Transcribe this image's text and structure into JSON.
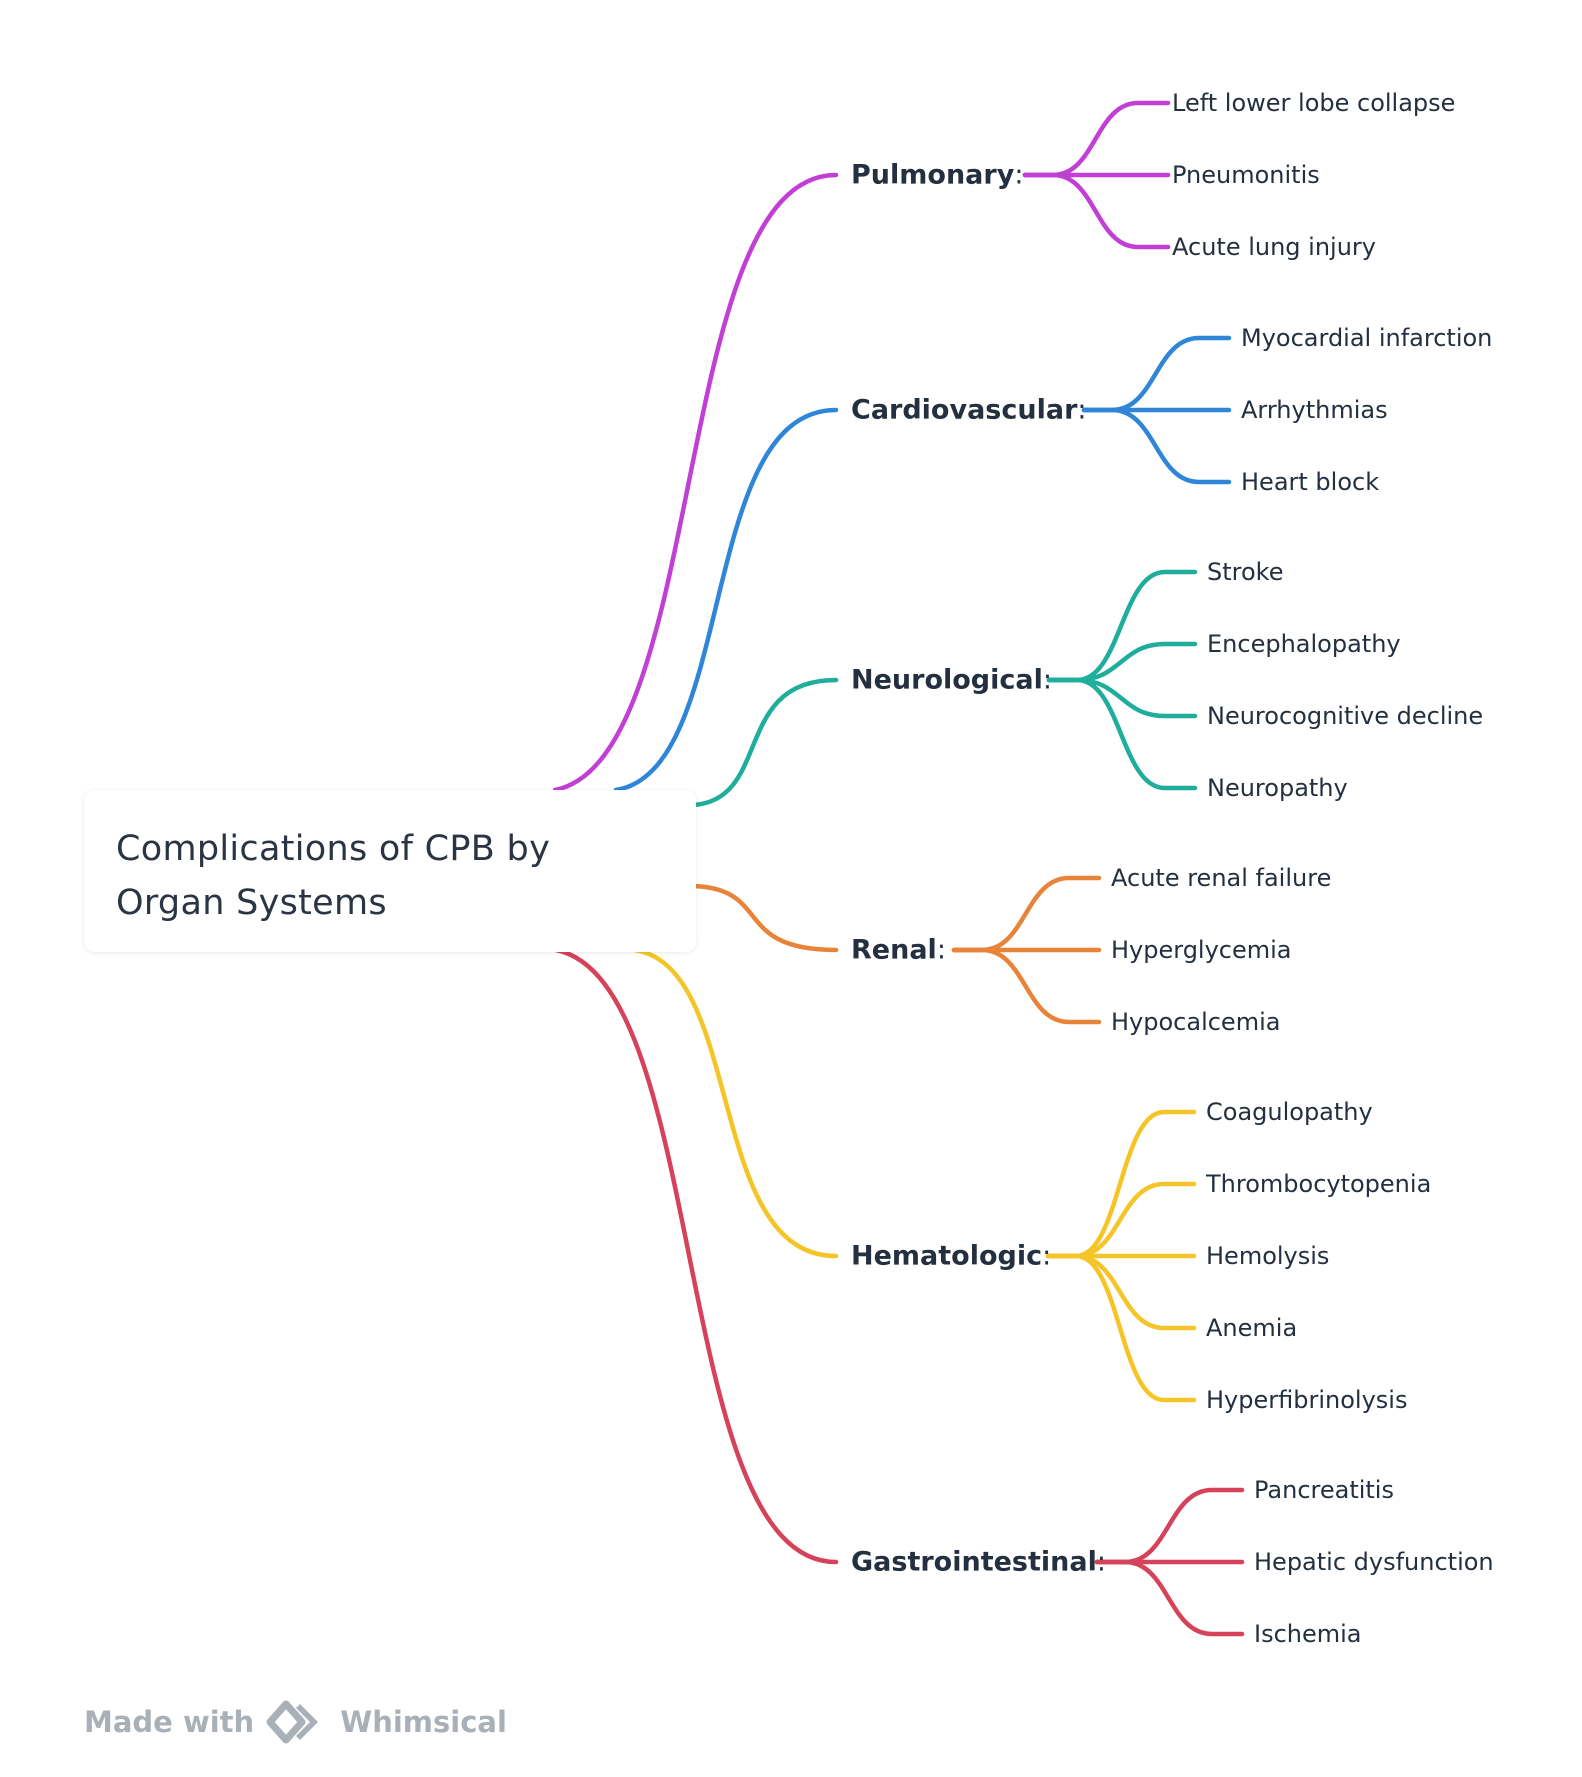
{
  "diagram": {
    "root": "Complications of CPB by Organ Systems",
    "branches": [
      {
        "id": "pulmonary",
        "label": "Pulmonary",
        "color": "#c23fd6",
        "children": [
          "Left lower lobe collapse",
          "Pneumonitis",
          "Acute lung injury"
        ]
      },
      {
        "id": "cardiovascular",
        "label": "Cardiovascular",
        "color": "#2f86d9",
        "children": [
          "Myocardial infarction",
          "Arrhythmias",
          "Heart block"
        ]
      },
      {
        "id": "neurological",
        "label": "Neurological",
        "color": "#1fae9b",
        "children": [
          "Stroke",
          "Encephalopathy",
          "Neurocognitive decline",
          "Neuropathy"
        ]
      },
      {
        "id": "renal",
        "label": "Renal",
        "color": "#e8843a",
        "children": [
          "Acute renal failure",
          "Hyperglycemia",
          "Hypocalcemia"
        ]
      },
      {
        "id": "hematologic",
        "label": "Hematologic",
        "color": "#f5c427",
        "children": [
          "Coagulopathy",
          "Thrombocytopenia",
          "Hemolysis",
          "Anemia",
          "Hyperfibrinolysis"
        ]
      },
      {
        "id": "gastrointestinal",
        "label": "Gastrointestinal",
        "color": "#d6425a",
        "children": [
          "Pancreatitis",
          "Hepatic dysfunction",
          "Ischemia"
        ]
      }
    ],
    "label_suffix": ":"
  },
  "footer": {
    "made_with": "Made with",
    "brand": "Whimsical",
    "logo_icon": "whimsical-logo-icon"
  }
}
